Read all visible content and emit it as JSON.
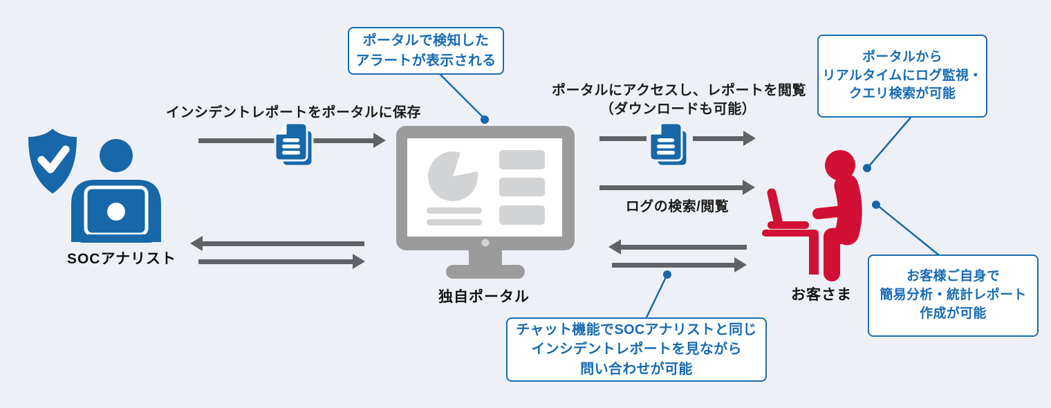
{
  "diagram_title": "SOC portal workflow diagram",
  "colors": {
    "background": "#edf1f7",
    "accent_blue": "#1767a9",
    "callout_blue": "#176bb3",
    "accent_red": "#d20f34",
    "arrow_gray": "#5f6366",
    "monitor_gray": "#9b9b9c",
    "monitor_content_gray": "#d2d3d5",
    "text_dark": "#1b1b1b"
  },
  "actors": {
    "analyst": {
      "label": "SOCアナリスト"
    },
    "portal": {
      "label": "独自ポータル"
    },
    "customer": {
      "label": "お客さま"
    }
  },
  "flows": {
    "save_report": {
      "label": "インシデントレポートをポータルに保存"
    },
    "view_report": {
      "label": "ポータルにアクセスし、レポートを閲覧",
      "sub": "（ダウンロードも可能）"
    },
    "log_search": {
      "label": "ログの検索/閲覧"
    }
  },
  "callouts": {
    "alert": {
      "line1": "ポータルで検知した",
      "line2": "アラートが表示される"
    },
    "realtime": {
      "line1": "ポータルから",
      "line2": "リアルタイムにログ監視・",
      "line3": "クエリ検索が可能"
    },
    "self_analysis": {
      "line1": "お客様ご自身で",
      "line2": "簡易分析・統計レポート",
      "line3": "作成が可能"
    },
    "chat": {
      "line1": "チャット機能でSOCアナリストと同じ",
      "line2": "インシデントレポートを見ながら",
      "line3": "問い合わせが可能"
    }
  },
  "icons": {
    "shield": "shield-check-icon",
    "analyst": "analyst-at-laptop-icon",
    "report": "report-document-icon",
    "portal": "portal-monitor-icon",
    "customer": "customer-at-desk-icon"
  }
}
